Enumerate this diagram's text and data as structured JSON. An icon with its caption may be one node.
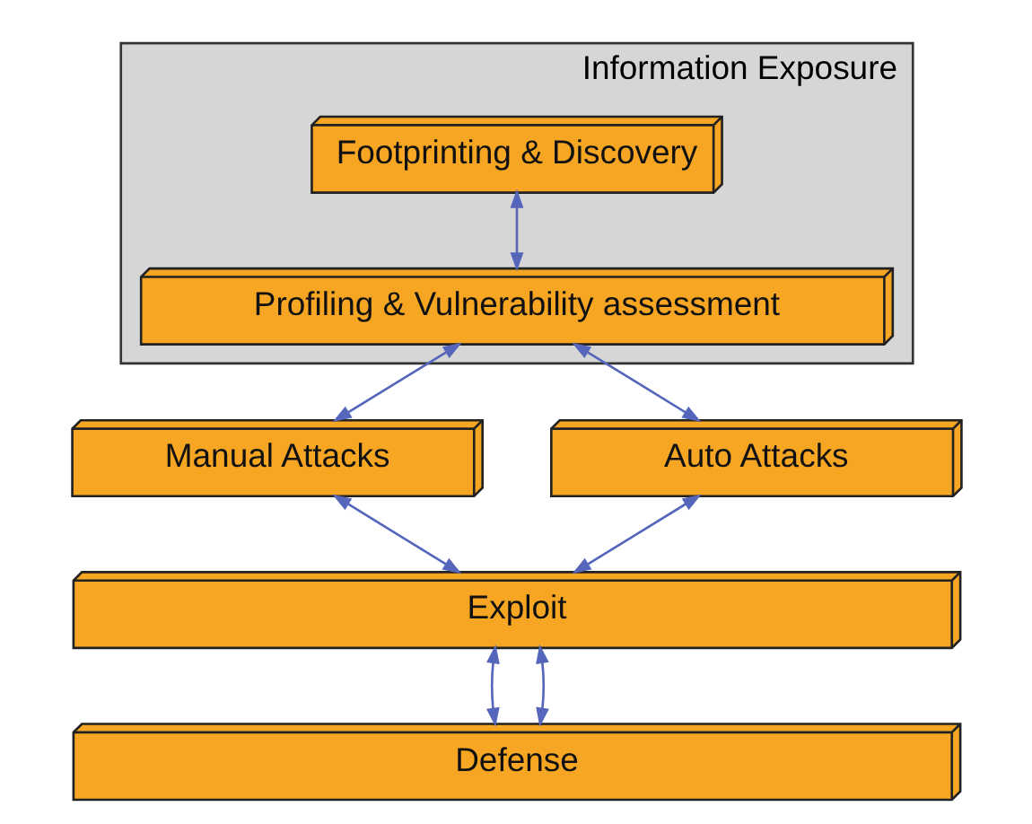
{
  "diagram": {
    "nodes": [
      {
        "text": [
          "Information Exposure"
        ]
      },
      {
        "text": [
          "Footprinting & Discovery"
        ],
        "in": 0
      },
      {
        "text": [
          "Profiling & Vulnerability assessment"
        ],
        "in": 0
      },
      {
        "text": [
          "Manual Attacks"
        ]
      },
      {
        "text": [
          "Auto Attacks"
        ]
      },
      {
        "text": [
          "Exploit"
        ]
      },
      {
        "text": [
          "Defense"
        ]
      }
    ],
    "edges": [
      {
        "from": 1,
        "to": 2,
        "arrow": "both"
      },
      {
        "from": 2,
        "to": 3,
        "arrow": "both"
      },
      {
        "from": 2,
        "to": 4,
        "arrow": "both"
      },
      {
        "from": 3,
        "to": 5,
        "arrow": "both"
      },
      {
        "from": 4,
        "to": 5,
        "arrow": "both"
      },
      {
        "from": 5,
        "to": 6,
        "arrow": "both"
      },
      {
        "from": 5,
        "to": 6,
        "arrow": "both"
      }
    ]
  }
}
